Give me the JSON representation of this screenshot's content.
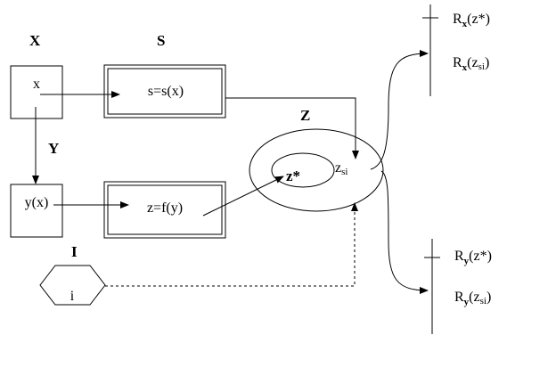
{
  "headers": {
    "x_set": "X",
    "s_set": "S",
    "y_map": "Y",
    "z_set": "Z",
    "i_set": "I"
  },
  "boxes": {
    "x": "x",
    "s": "s=s(x)",
    "y": "y(x)",
    "z": "z=f(y)",
    "i": "i"
  },
  "z_points": {
    "z_star": "z*",
    "z_si_main": "z",
    "z_si_sub": "si"
  },
  "outputs": {
    "rx_base": "R",
    "rx_sub": "x",
    "rx_star_arg": "(z*)",
    "rx_si_open": "(z",
    "rx_si_sub": "si",
    "rx_close": ")",
    "ry_base": "R",
    "ry_sub": "y",
    "ry_star_arg": "(z*)",
    "ry_si_open": "(z",
    "ry_si_sub": "si",
    "ry_close": ")"
  }
}
